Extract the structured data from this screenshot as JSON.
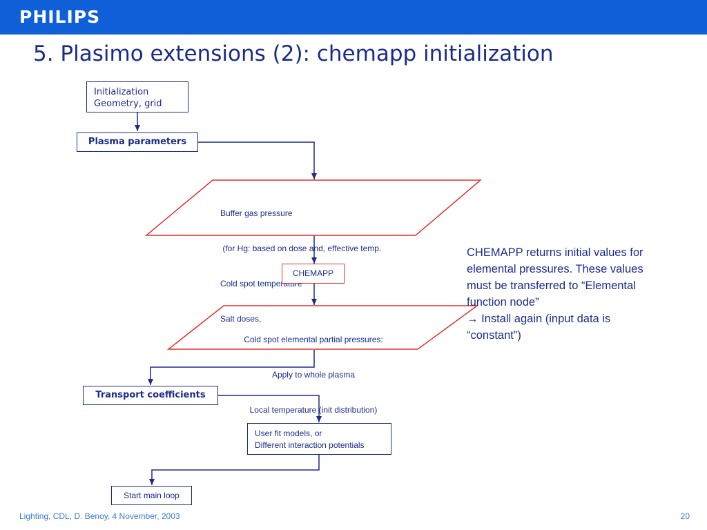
{
  "header": {
    "logo": "PHILIPS",
    "brand_color": "#0e5fd8"
  },
  "slide": {
    "title": "5. Plasimo extensions (2): chemapp initialization"
  },
  "flowchart": {
    "init_line1": "Initialization",
    "init_line2": "Geometry, grid",
    "plasma_parameters": "Plasma parameters",
    "input1_line1": "Buffer gas pressure",
    "input1_line2": " (for Hg: based on dose and, effective temp.",
    "input1_line3": "Cold spot temperature",
    "input1_line4": "Salt doses,",
    "chemapp": "CHEMAPP",
    "output1_line1": "Cold spot elemental partial pressures:",
    "output1_line2": "Apply to whole plasma",
    "output1_line3": "Local temperature (init distribution)",
    "transport_coefficients": "Transport coefficients",
    "userfit_line1": "User fit models, or",
    "userfit_line2": "Different interaction potentials",
    "start_main_loop": "Start main loop",
    "colors": {
      "box_border": "#1a2b8c",
      "io_border": "#e0312b",
      "text": "#1a2b8c"
    }
  },
  "note": {
    "line1": "CHEMAPP returns initial values for",
    "line2": "elemental pressures. These values",
    "line3": "must be transferred to “Elemental",
    "line4": "function node”",
    "line5_arrow": "→",
    "line5_text": " Install again (input data is",
    "line6": "“constant”)"
  },
  "footer": {
    "text": "Lighting, CDL, D. Benoy, 4 November, 2003",
    "page": "20"
  }
}
